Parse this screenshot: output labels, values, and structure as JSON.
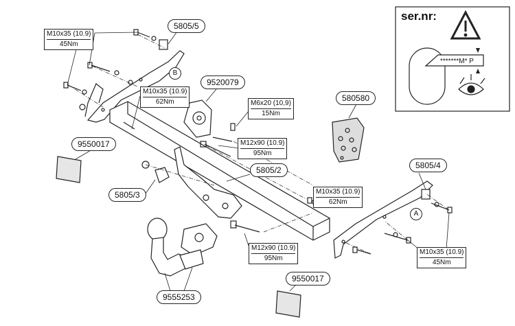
{
  "warning_box": {
    "title": "ser.nr:",
    "plate_text": "*******M* P",
    "plate_marker": "P"
  },
  "part_numbers": {
    "p5805_5": "5805/5",
    "p9520079": "9520079",
    "p580580": "580580",
    "p9550017_left": "9550017",
    "p5805_2": "5805/2",
    "p5805_3": "5805/3",
    "p5805_4": "5805/4",
    "p9555253": "9555253",
    "p9550017_bottom": "9550017"
  },
  "bolt_specs": {
    "top_left": {
      "line1": "M10x35 (10.9)",
      "line2": "45Nm"
    },
    "mid_left": {
      "line1": "M10x35 (10.9)",
      "line2": "62Nm"
    },
    "m6": {
      "line1": "M6x20 (10,9)",
      "line2": "15Nm"
    },
    "m12_upper": {
      "line1": "M12x90 (10.9)",
      "line2": "95Nm"
    },
    "right_mid": {
      "line1": "M10x35 (10.9)",
      "line2": "62Nm"
    },
    "m12_lower": {
      "line1": "M12x90 (10.9)",
      "line2": "95Nm"
    },
    "right_bottom": {
      "line1": "M10x35 (10.9)",
      "line2": "45Nm"
    }
  },
  "markers": {
    "b": "B",
    "a": "A"
  }
}
